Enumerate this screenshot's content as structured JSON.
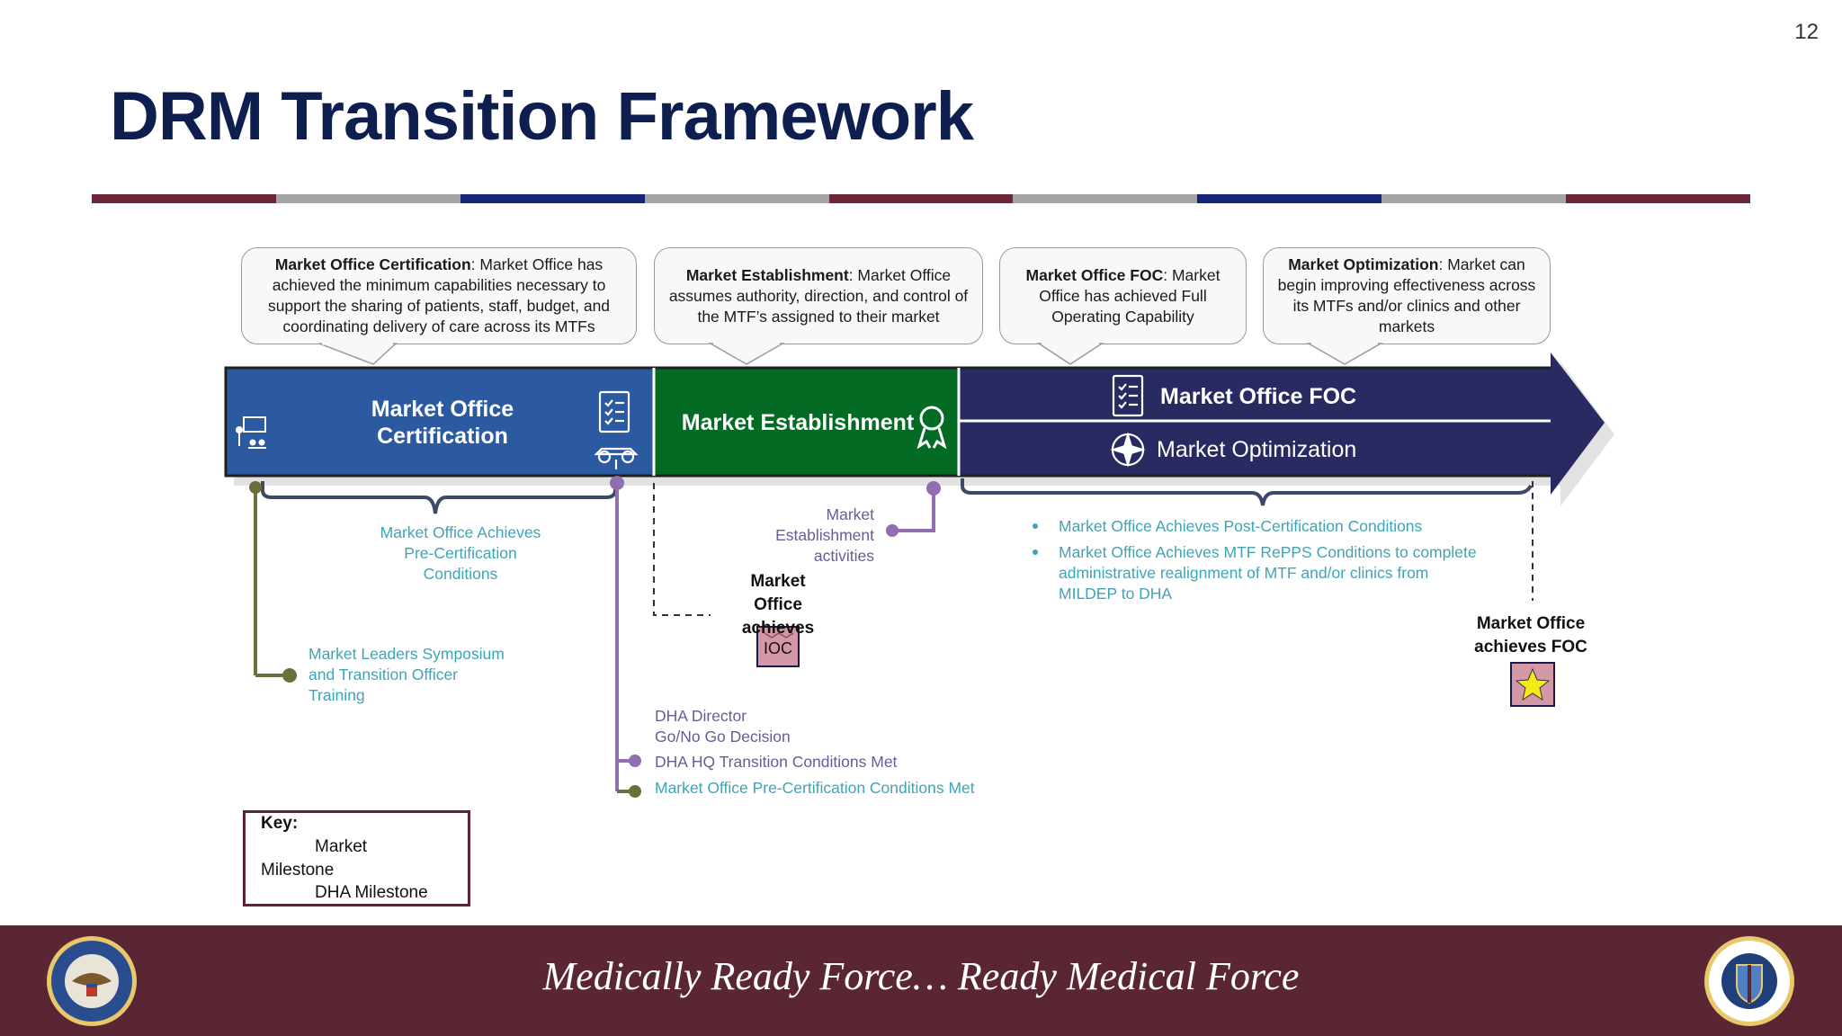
{
  "page_number": "12",
  "title": "DRM Transition Framework",
  "rule_colors": [
    "#6b2737",
    "#a5a5a5",
    "#15267a",
    "#a5a5a5",
    "#6b2737",
    "#a5a5a5",
    "#15267a",
    "#a5a5a5",
    "#6b2737"
  ],
  "callouts": {
    "certification": {
      "bold": "Market Office Certification",
      "text": ": Market Office has achieved the minimum capabilities necessary to support the sharing of patients, staff, budget, and coordinating delivery of care across its MTFs"
    },
    "establishment": {
      "bold": "Market Establishment",
      "text": ": Market Office assumes authority, direction, and control of the MTF’s assigned to their market"
    },
    "foc": {
      "bold": "Market Office FOC",
      "text": ": Market Office has achieved Full Operating Capability"
    },
    "optimization": {
      "bold": "Market Optimization",
      "text": ": Market can begin improving effectiveness across its MTFs and/or clinics and other markets"
    }
  },
  "phases": {
    "certification_line1": "Market Office",
    "certification_line2": "Certification",
    "establishment": "Market Establishment",
    "foc": "Market Office FOC",
    "optimization": "Market Optimization"
  },
  "colors": {
    "certification_band": "#2c5aa0",
    "establishment_band": "#036b24",
    "foc_band": "#2a2a62",
    "market_milestone": "#6e6e3a",
    "dha_milestone": "#8f6fb0",
    "teal_text": "#3fa4b5",
    "footer": "#5a2634"
  },
  "annotations": {
    "pre_cert_line1": "Market Office Achieves",
    "pre_cert_line2": "Pre-Certification",
    "pre_cert_line3": "Conditions",
    "symposium_line1": "Market Leaders Symposium",
    "symposium_line2": "and Transition Officer",
    "symposium_line3": "Training",
    "establishment_act_line1": "Market",
    "establishment_act_line2": "Establishment",
    "establishment_act_line3": "activities",
    "ioc_line1": "Market",
    "ioc_line2": "Office",
    "ioc_line3": "achieves",
    "ioc_badge": "IOC",
    "bullet1": "Market Office Achieves Post-Certification Conditions",
    "bullet2_line1": "Market Office Achieves MTF RePPS Conditions to complete",
    "bullet2_line2": "administrative realignment of MTF and/or clinics from",
    "bullet2_line3": "MILDEP to DHA",
    "foc_line1": "Market Office",
    "foc_line2": "achieves FOC",
    "dha_director_line1": "DHA Director",
    "dha_director_line2": "Go/No Go Decision",
    "dha_hq": "DHA HQ Transition Conditions Met",
    "pre_cert_met": "Market Office Pre-Certification Conditions Met"
  },
  "key": {
    "title": "Key:",
    "market_line1": "Market",
    "market_line2": "Milestone",
    "dha": "DHA Milestone"
  },
  "footer": {
    "tagline": "Medically Ready Force… Ready Medical Force"
  }
}
